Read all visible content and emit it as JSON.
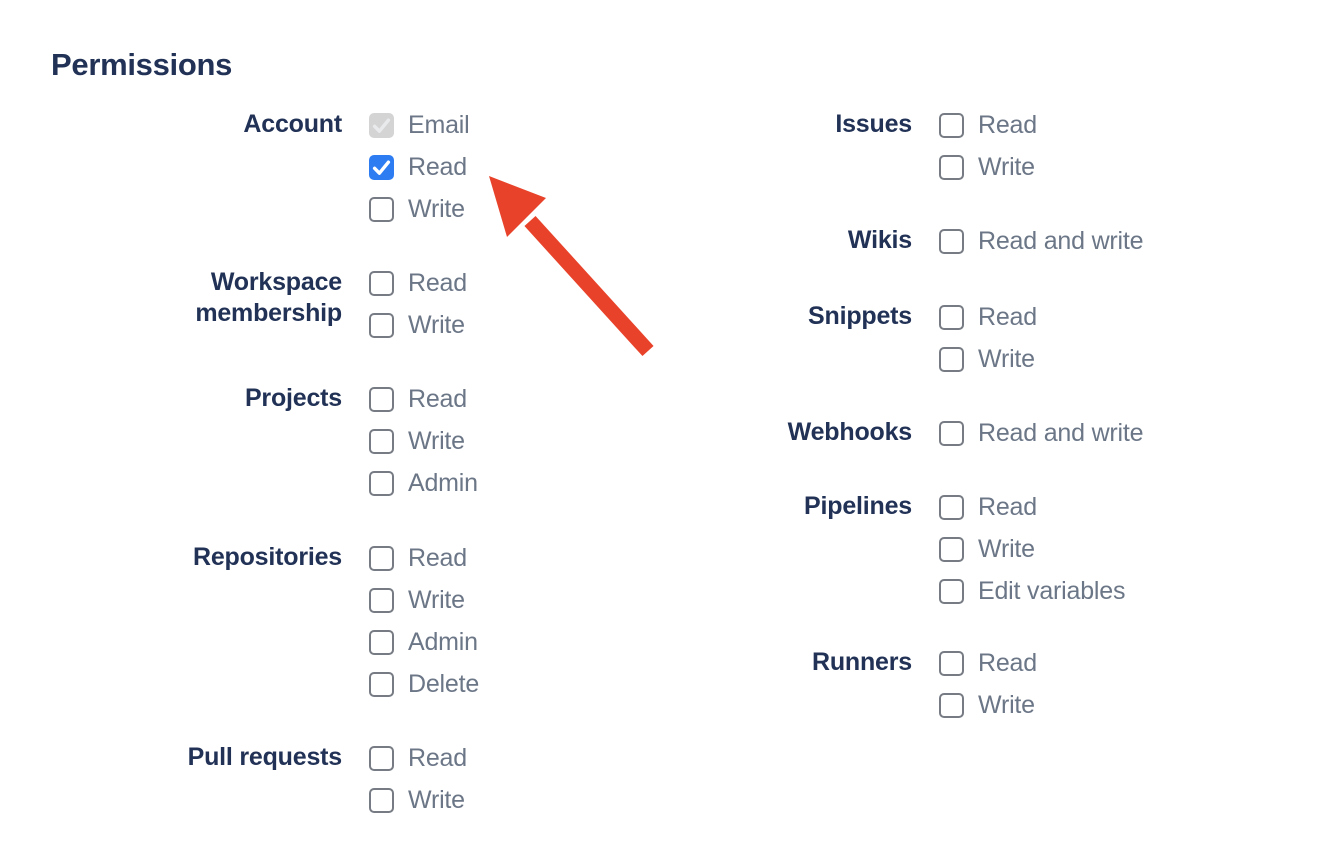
{
  "colors": {
    "background": "#ffffff",
    "heading_text": "#213256",
    "group_label_text": "#213256",
    "option_label_text": "#6b7687",
    "checkbox_border": "#767b84",
    "checkbox_checked_bg": "#2d7cf2",
    "checkbox_check": "#ffffff",
    "checkbox_disabled_bg": "#d4d4d5",
    "checkbox_disabled_check": "#e9eaec",
    "arrow": "#e8432a"
  },
  "permissions": {
    "heading": "Permissions",
    "columns": [
      {
        "groups": [
          {
            "label": "Account",
            "options": [
              {
                "label": "Email",
                "checked": true,
                "disabled": true
              },
              {
                "label": "Read",
                "checked": true,
                "disabled": false
              },
              {
                "label": "Write",
                "checked": false,
                "disabled": false
              }
            ]
          },
          {
            "label": "Workspace membership",
            "options": [
              {
                "label": "Read",
                "checked": false,
                "disabled": false
              },
              {
                "label": "Write",
                "checked": false,
                "disabled": false
              }
            ]
          },
          {
            "label": "Projects",
            "options": [
              {
                "label": "Read",
                "checked": false,
                "disabled": false
              },
              {
                "label": "Write",
                "checked": false,
                "disabled": false
              },
              {
                "label": "Admin",
                "checked": false,
                "disabled": false
              }
            ]
          },
          {
            "label": "Repositories",
            "options": [
              {
                "label": "Read",
                "checked": false,
                "disabled": false
              },
              {
                "label": "Write",
                "checked": false,
                "disabled": false
              },
              {
                "label": "Admin",
                "checked": false,
                "disabled": false
              },
              {
                "label": "Delete",
                "checked": false,
                "disabled": false
              }
            ]
          },
          {
            "label": "Pull requests",
            "options": [
              {
                "label": "Read",
                "checked": false,
                "disabled": false
              },
              {
                "label": "Write",
                "checked": false,
                "disabled": false
              }
            ]
          }
        ]
      },
      {
        "groups": [
          {
            "label": "Issues",
            "options": [
              {
                "label": "Read",
                "checked": false,
                "disabled": false
              },
              {
                "label": "Write",
                "checked": false,
                "disabled": false
              }
            ]
          },
          {
            "label": "Wikis",
            "options": [
              {
                "label": "Read and write",
                "checked": false,
                "disabled": false
              }
            ]
          },
          {
            "label": "Snippets",
            "options": [
              {
                "label": "Read",
                "checked": false,
                "disabled": false
              },
              {
                "label": "Write",
                "checked": false,
                "disabled": false
              }
            ]
          },
          {
            "label": "Webhooks",
            "options": [
              {
                "label": "Read and write",
                "checked": false,
                "disabled": false
              }
            ]
          },
          {
            "label": "Pipelines",
            "options": [
              {
                "label": "Read",
                "checked": false,
                "disabled": false
              },
              {
                "label": "Write",
                "checked": false,
                "disabled": false
              },
              {
                "label": "Edit variables",
                "checked": false,
                "disabled": false
              }
            ]
          },
          {
            "label": "Runners",
            "options": [
              {
                "label": "Read",
                "checked": false,
                "disabled": false
              },
              {
                "label": "Write",
                "checked": false,
                "disabled": false
              }
            ]
          }
        ]
      }
    ]
  },
  "annotation": {
    "type": "arrow",
    "description": "red arrow pointing at the checked Account Read checkbox"
  }
}
